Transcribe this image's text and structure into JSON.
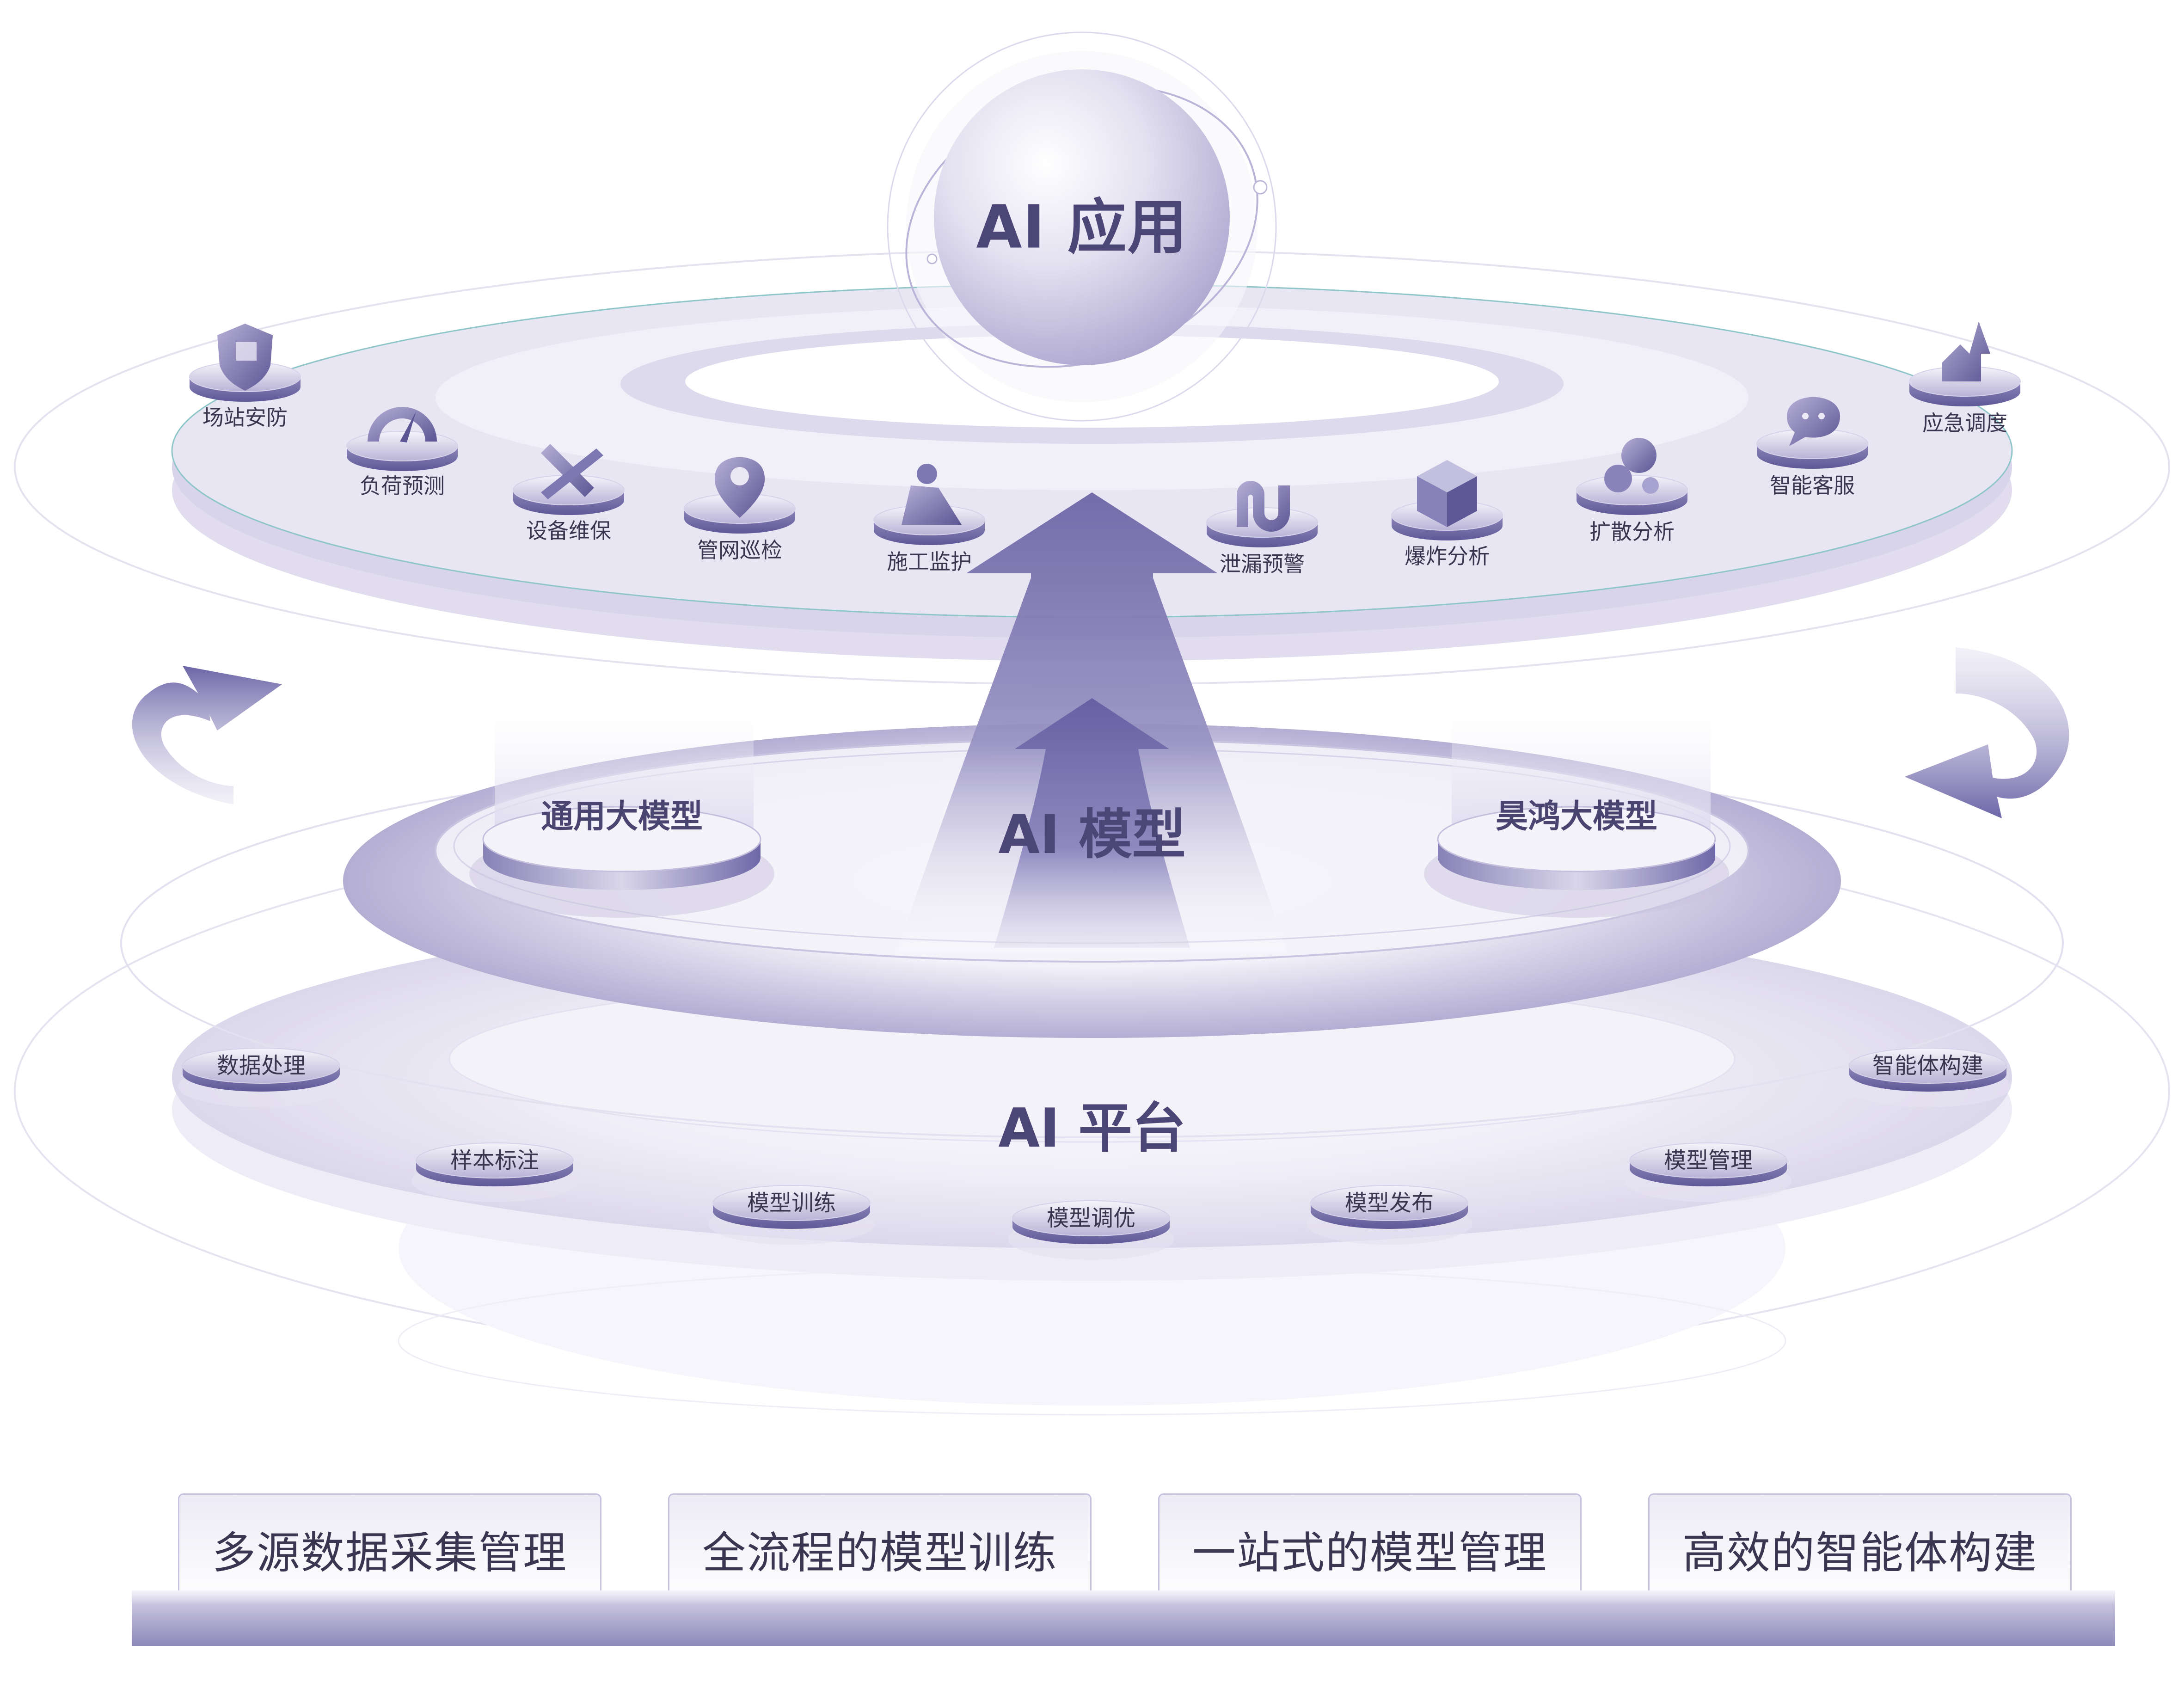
{
  "titles": {
    "app_layer": "AI 应用",
    "model_layer": "AI 模型",
    "platform_layer": "AI 平台"
  },
  "applications": [
    {
      "label": "场站安防",
      "icon": "shield-icon"
    },
    {
      "label": "负荷预测",
      "icon": "gauge-icon"
    },
    {
      "label": "设备维保",
      "icon": "wrench-icon"
    },
    {
      "label": "管网巡检",
      "icon": "location-pin-icon"
    },
    {
      "label": "施工监护",
      "icon": "construction-worker-icon"
    },
    {
      "label": "泄漏预警",
      "icon": "pipe-leak-icon"
    },
    {
      "label": "爆炸分析",
      "icon": "cube-icon"
    },
    {
      "label": "扩散分析",
      "icon": "bubbles-icon"
    },
    {
      "label": "智能客服",
      "icon": "chat-bubble-icon"
    },
    {
      "label": "应急调度",
      "icon": "emergency-dispatch-icon"
    }
  ],
  "models": [
    {
      "label": "通用大模型"
    },
    {
      "label": "昊鸿大模型"
    }
  ],
  "platform_features": [
    {
      "label": "数据处理"
    },
    {
      "label": "样本标注"
    },
    {
      "label": "模型训练"
    },
    {
      "label": "模型调优"
    },
    {
      "label": "模型发布"
    },
    {
      "label": "模型管理"
    },
    {
      "label": "智能体构建"
    }
  ],
  "capabilities": [
    {
      "label": "多源数据采集管理"
    },
    {
      "label": "全流程的模型训练"
    },
    {
      "label": "一站式的模型管理"
    },
    {
      "label": "高效的智能体构建"
    }
  ],
  "colors": {
    "primary": "#6f68a8",
    "dark_text": "#3b3650",
    "title": "#4c4677",
    "light_fill": "#e6e3f2"
  }
}
